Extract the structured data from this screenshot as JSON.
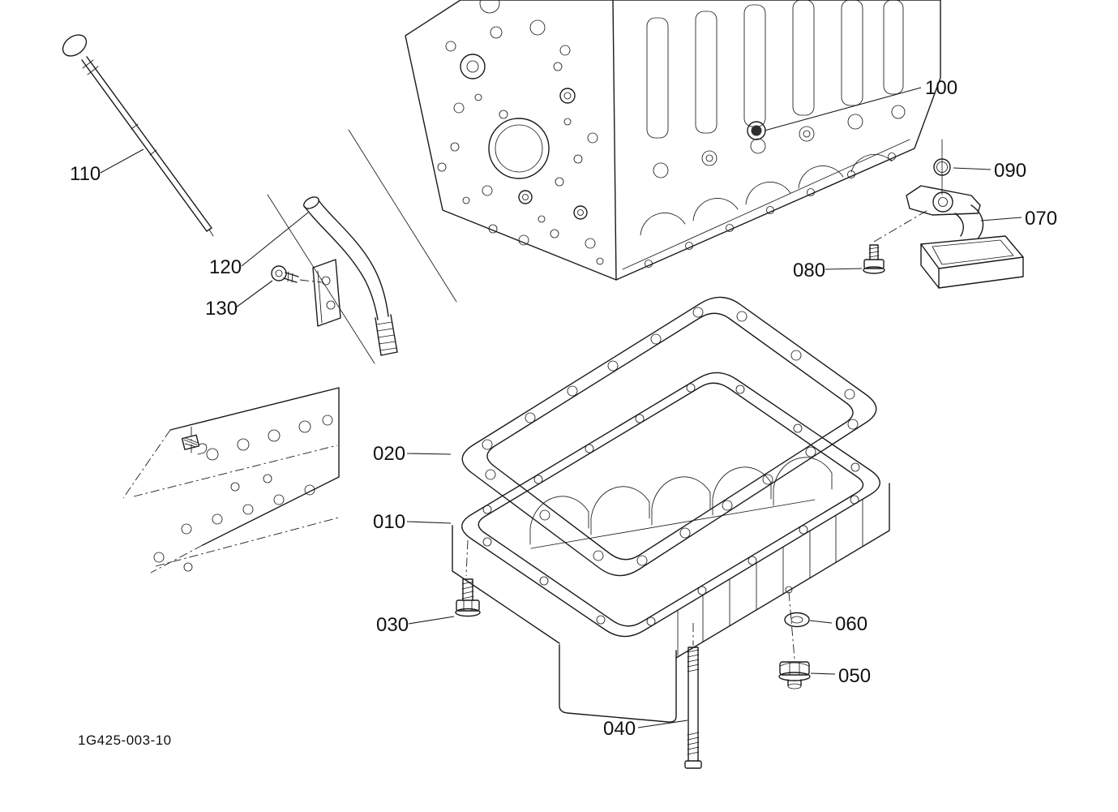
{
  "diagram": {
    "drawing_code": "1G425-003-10",
    "line_color": "#1a1a1a",
    "background_color": "#ffffff",
    "callouts": [
      {
        "ref": "110"
      },
      {
        "ref": "120"
      },
      {
        "ref": "130"
      },
      {
        "ref": "020"
      },
      {
        "ref": "010"
      },
      {
        "ref": "030"
      },
      {
        "ref": "040"
      },
      {
        "ref": "050"
      },
      {
        "ref": "060"
      },
      {
        "ref": "070"
      },
      {
        "ref": "080"
      },
      {
        "ref": "090"
      },
      {
        "ref": "100"
      }
    ]
  }
}
